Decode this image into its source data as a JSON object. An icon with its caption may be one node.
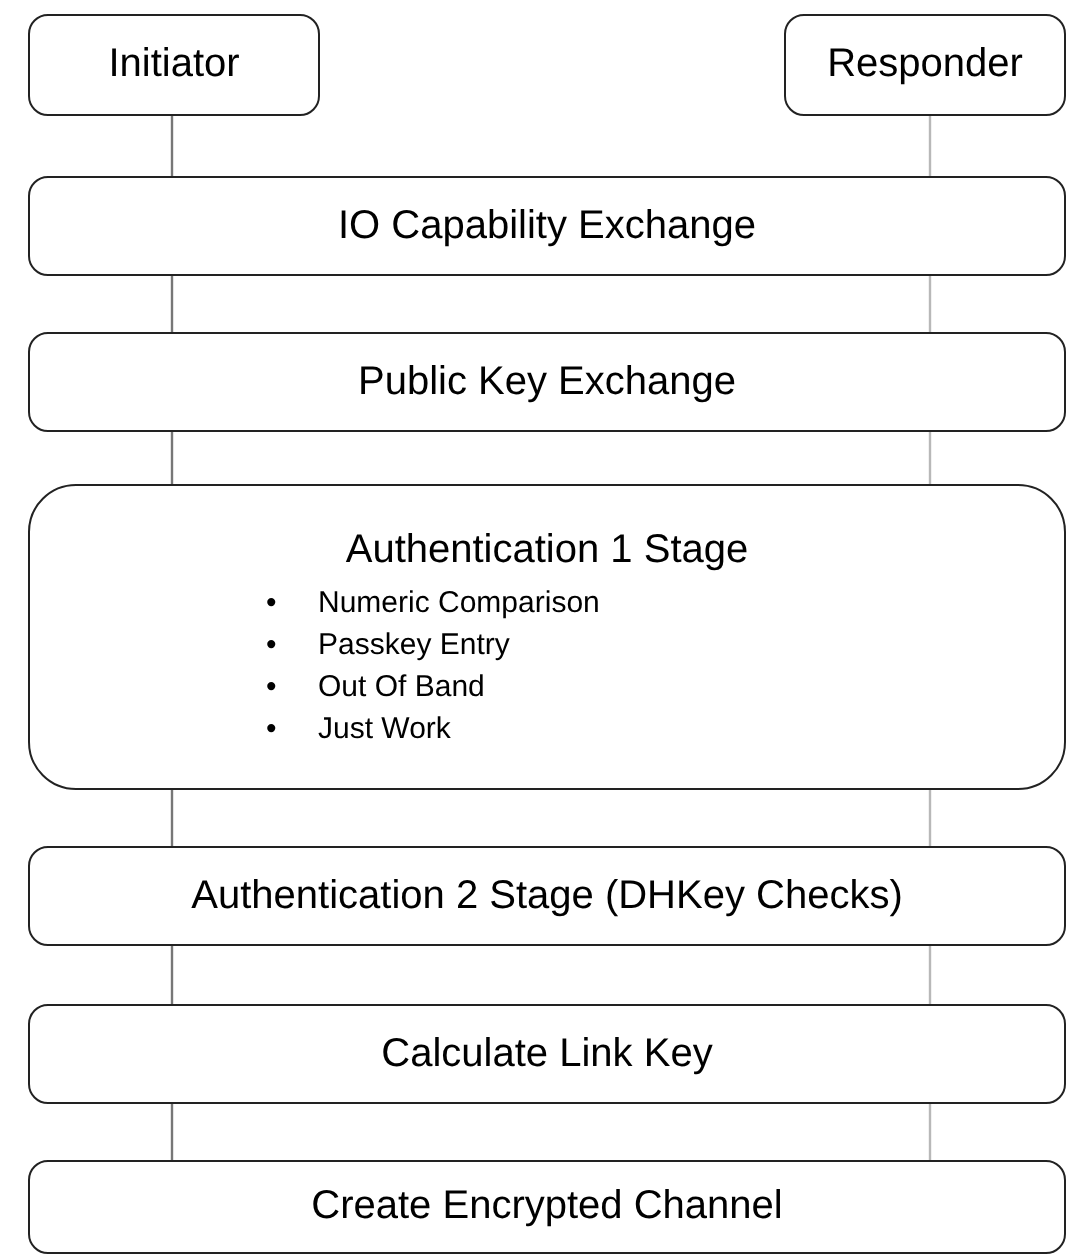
{
  "diagram": {
    "nodes": [
      {
        "text": [
          "Initiator"
        ]
      },
      {
        "text": [
          "Responder"
        ]
      },
      {
        "text": [
          "IO Capability Exchange"
        ]
      },
      {
        "text": [
          "Public Key Exchange"
        ]
      },
      {
        "text": [
          "Authentication 1 Stage",
          "Numeric Comparison",
          "Passkey Entry",
          "Out Of Band",
          "Just Work"
        ]
      },
      {
        "text": [
          "Authentication 2 Stage (DHKey Checks)"
        ]
      },
      {
        "text": [
          "Calculate Link Key"
        ]
      },
      {
        "text": [
          "Create Encrypted Channel"
        ]
      }
    ],
    "edges": [
      {
        "from": 0,
        "to": 2,
        "arrow": "none"
      },
      {
        "from": 2,
        "to": 3,
        "arrow": "none"
      },
      {
        "from": 3,
        "to": 4,
        "arrow": "none"
      },
      {
        "from": 4,
        "to": 5,
        "arrow": "none"
      },
      {
        "from": 5,
        "to": 6,
        "arrow": "none"
      },
      {
        "from": 6,
        "to": 7,
        "arrow": "none"
      },
      {
        "from": 1,
        "to": 2,
        "arrow": "none",
        "color": "#b8b8b8"
      },
      {
        "from": 2,
        "to": 3,
        "arrow": "none",
        "color": "#b8b8b8"
      },
      {
        "from": 3,
        "to": 4,
        "arrow": "none",
        "color": "#b8b8b8"
      },
      {
        "from": 4,
        "to": 5,
        "arrow": "none",
        "color": "#b8b8b8"
      },
      {
        "from": 5,
        "to": 6,
        "arrow": "none",
        "color": "#b8b8b8"
      },
      {
        "from": 6,
        "to": 7,
        "arrow": "none",
        "color": "#b8b8b8"
      }
    ],
    "labels": [
      "•",
      "•",
      "•",
      "•"
    ]
  }
}
